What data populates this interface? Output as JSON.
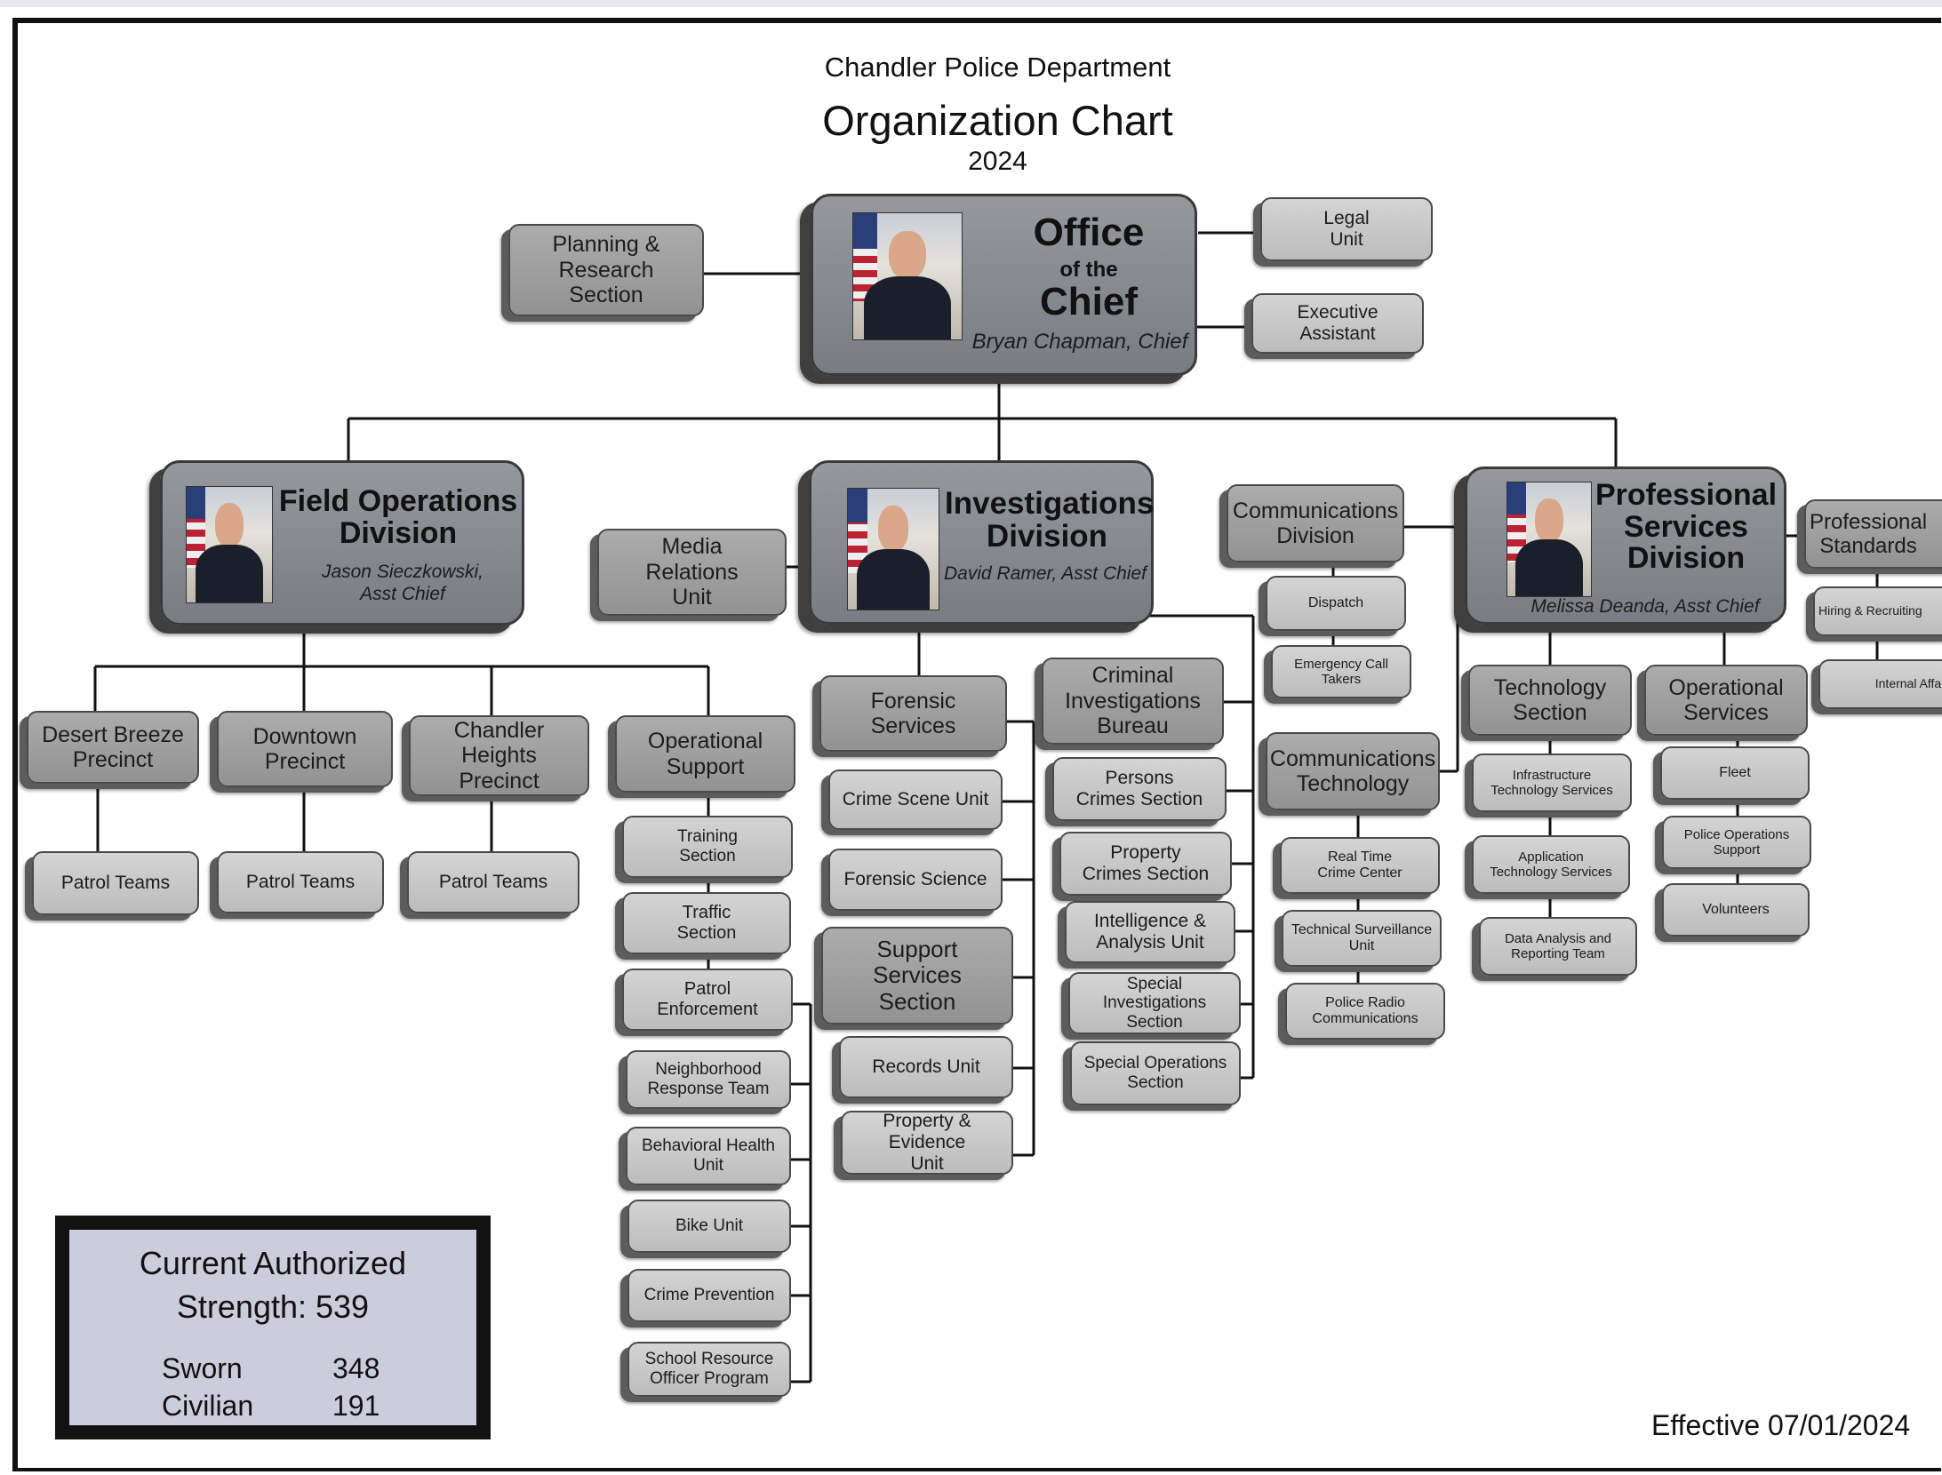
{
  "header": {
    "department": "Chandler Police Department",
    "title": "Organization Chart",
    "year": "2024"
  },
  "chief": {
    "title_line1": "Office",
    "title_line2": "of the",
    "title_line3": "Chief",
    "name": "Bryan Chapman, Chief"
  },
  "chief_staff": {
    "planning": "Planning &\nResearch\nSection",
    "legal": "Legal\nUnit",
    "executive": "Executive\nAssistant"
  },
  "field_ops": {
    "title": "Field Operations\nDivision",
    "name": "Jason Sieczkowski,\nAsst Chief",
    "precincts": {
      "desert_breeze": "Desert Breeze\nPrecinct",
      "downtown": "Downtown\nPrecinct",
      "chandler_heights": "Chandler Heights\nPrecinct"
    },
    "patrol_teams": "Patrol Teams",
    "operational_support": "Operational\nSupport",
    "support_units": [
      "Training\nSection",
      "Traffic\nSection",
      "Patrol\nEnforcement",
      "Neighborhood\nResponse Team",
      "Behavioral Health\nUnit",
      "Bike Unit",
      "Crime Prevention",
      "School Resource\nOfficer Program"
    ]
  },
  "investigations": {
    "title": "Investigations\nDivision",
    "name": "David Ramer, Asst Chief",
    "media_relations": "Media\nRelations\nUnit",
    "forensic_services": "Forensic\nServices",
    "crime_scene": "Crime Scene Unit",
    "forensic_science": "Forensic Science",
    "support_services": "Support\nServices\nSection",
    "records": "Records Unit",
    "property_evidence": "Property & Evidence\nUnit",
    "criminal_bureau": "Criminal\nInvestigations\nBureau",
    "bureau_units": [
      "Persons\nCrimes Section",
      "Property\nCrimes Section",
      "Intelligence &\nAnalysis Unit",
      "Special\nInvestigations Section",
      "Special Operations\nSection"
    ]
  },
  "communications": {
    "division": "Communications\nDivision",
    "dispatch": "Dispatch",
    "emergency": "Emergency Call\nTakers",
    "technology": "Communications\nTechnology",
    "tech_units": [
      "Real Time\nCrime Center",
      "Technical Surveillance\nUnit",
      "Police Radio\nCommunications"
    ]
  },
  "professional": {
    "title": "Professional\nServices\nDivision",
    "name": "Melissa Deanda, Asst Chief",
    "technology_section": "Technology\nSection",
    "tech_units": [
      "Infrastructure\nTechnology Services",
      "Application\nTechnology Services",
      "Data Analysis and\nReporting Team"
    ],
    "operational_services": "Operational\nServices",
    "ops_units": [
      "Fleet",
      "Police Operations\nSupport",
      "Volunteers"
    ],
    "standards": "Professional\nStandards",
    "standards_units": [
      "Hiring & Recruiting",
      "Internal Affairs"
    ]
  },
  "strength": {
    "heading": "Current Authorized\nStrength:  539",
    "sworn_label": "Sworn",
    "sworn_value": "348",
    "civilian_label": "Civilian",
    "civilian_value": "191"
  },
  "effective": "Effective 07/01/2024"
}
